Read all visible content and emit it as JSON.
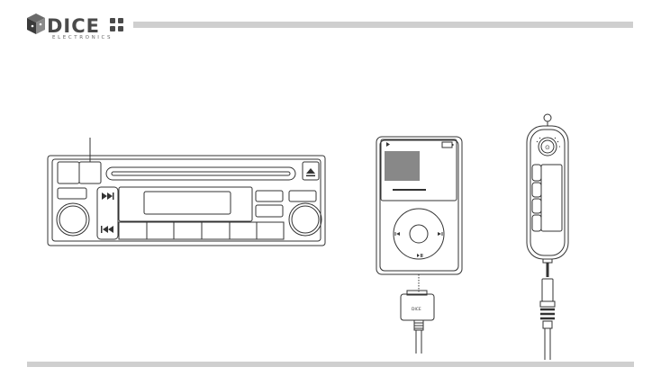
{
  "header": {
    "brand_name": "DICE",
    "brand_sub": "ELECTRONICS",
    "bar_color": "#cfcfcf"
  },
  "diagram": {
    "connector_logo": "DICE",
    "icons": {
      "eject": "eject-icon",
      "next": "skip-forward-icon",
      "prev": "skip-back-icon",
      "play": "play-icon",
      "battery": "battery-icon"
    }
  },
  "footer": {
    "bar_color": "#cfcfcf"
  }
}
